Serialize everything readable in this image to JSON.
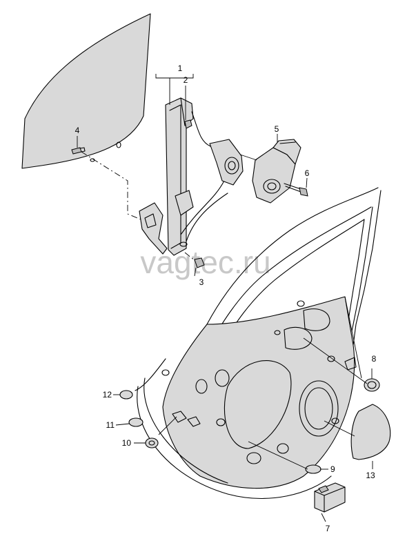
{
  "watermark": "vagtec.ru",
  "callouts": {
    "c1": "1",
    "c2": "2",
    "c3": "3",
    "c4": "4",
    "c5": "5",
    "c6": "6",
    "c7": "7",
    "c8": "8",
    "c9": "9",
    "c10": "10",
    "c11": "11",
    "c12": "12",
    "c13": "13"
  },
  "colors": {
    "line": "#000000",
    "fill": "#d9d9d9",
    "watermark": "#c8c8c8"
  }
}
